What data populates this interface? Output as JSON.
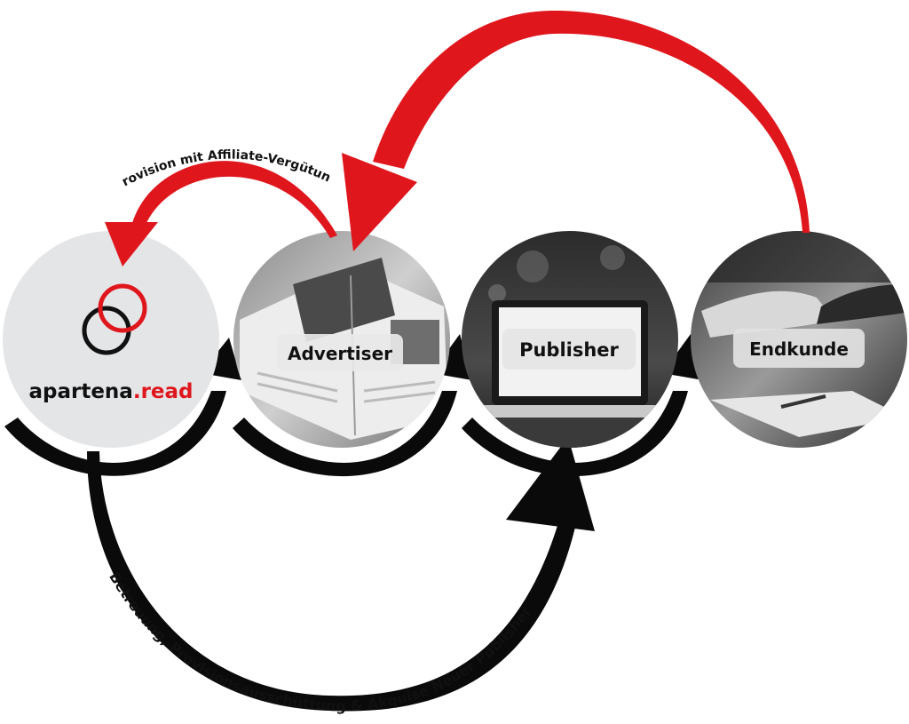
{
  "brand": {
    "name_prefix": "apartena",
    "name_suffix": ".read",
    "accent_color": "#e0161d",
    "text_color": "#111111"
  },
  "nodes": [
    {
      "id": "apartena",
      "icon": "logo-rings-icon"
    },
    {
      "id": "advertiser",
      "label": "Advertiser",
      "icon": "magazine-photo-icon"
    },
    {
      "id": "publisher",
      "label": "Publisher",
      "icon": "laptop-photo-icon"
    },
    {
      "id": "endkunde",
      "label": "Endkunde",
      "icon": "handshake-photo-icon"
    }
  ],
  "arrows": {
    "top_small_label": "Provision mit Affiliate-Vergütung",
    "bottom_label": "Betreuung, Provisionsausschüttung & Akquise Neuer Publisher",
    "red_color": "#e0161d",
    "black_color": "#0a0a0a"
  }
}
